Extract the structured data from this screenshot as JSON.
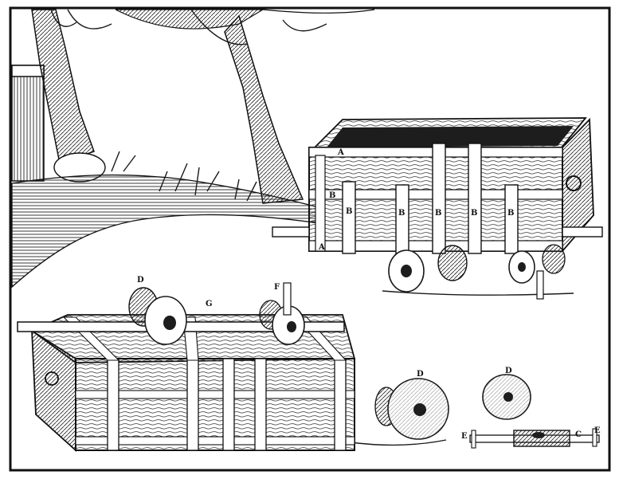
{
  "labels": {
    "wagon_a_top": "A",
    "wagon_a_bottom": "A",
    "wagon_b1": "B",
    "wagon_b2": "B",
    "wagon_b3": "B",
    "wagon_b4": "B",
    "wagon_b5": "B",
    "wagon_b6": "B",
    "chest_d": "D",
    "chest_g": "G",
    "chest_f": "F",
    "wheel_d1": "D",
    "wheel_d2": "D",
    "axle_e_left": "E",
    "axle_c": "C",
    "axle_e_right": "E"
  }
}
